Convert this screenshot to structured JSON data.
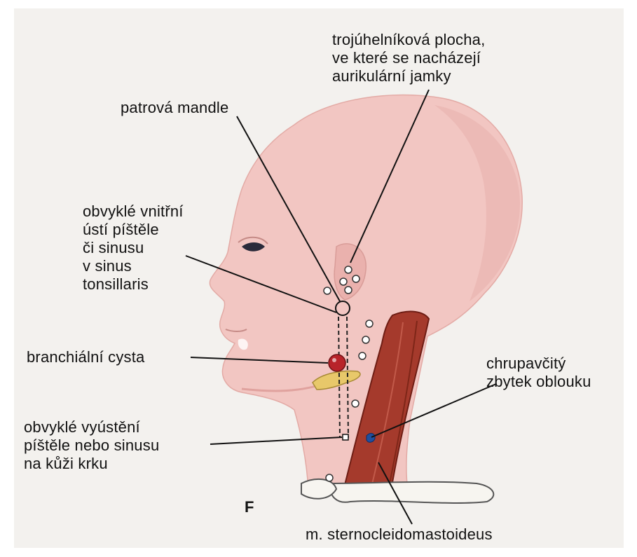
{
  "panel_letter": "F",
  "labels": {
    "triangular_area": {
      "lines": [
        "trojúhelníková plocha,",
        "ve které se nacházejí",
        "aurikulární jamky"
      ]
    },
    "palatine_tonsil": {
      "lines": [
        "patrová mandle"
      ]
    },
    "internal_opening": {
      "lines": [
        "obvyklé vnitřní",
        "ústí píštěle",
        "či sinusu",
        "v sinus",
        "tonsillaris"
      ]
    },
    "branchial_cyst": {
      "lines": [
        "branchiální cysta"
      ]
    },
    "cartilage_remnant": {
      "lines": [
        "chrupavčitý",
        "zbytek oblouku"
      ]
    },
    "external_opening": {
      "lines": [
        "obvyklé vyústění",
        "píštěle nebo sinusu",
        "na kůži krku"
      ]
    },
    "sternocleidomastoid": {
      "lines": [
        "m. sternocleidomastoideus"
      ]
    }
  },
  "colors": {
    "skin": "#f2c6c2",
    "skin_shadow": "#e9aeab",
    "muscle": "#a53a2c",
    "muscle_dark": "#6e1d14",
    "cyst": "#b8242a",
    "cartilage": "#e8c86a",
    "cartilage_remnant": "#1f4f9e",
    "bone": "#f7f5f0",
    "leader": "#111111"
  }
}
